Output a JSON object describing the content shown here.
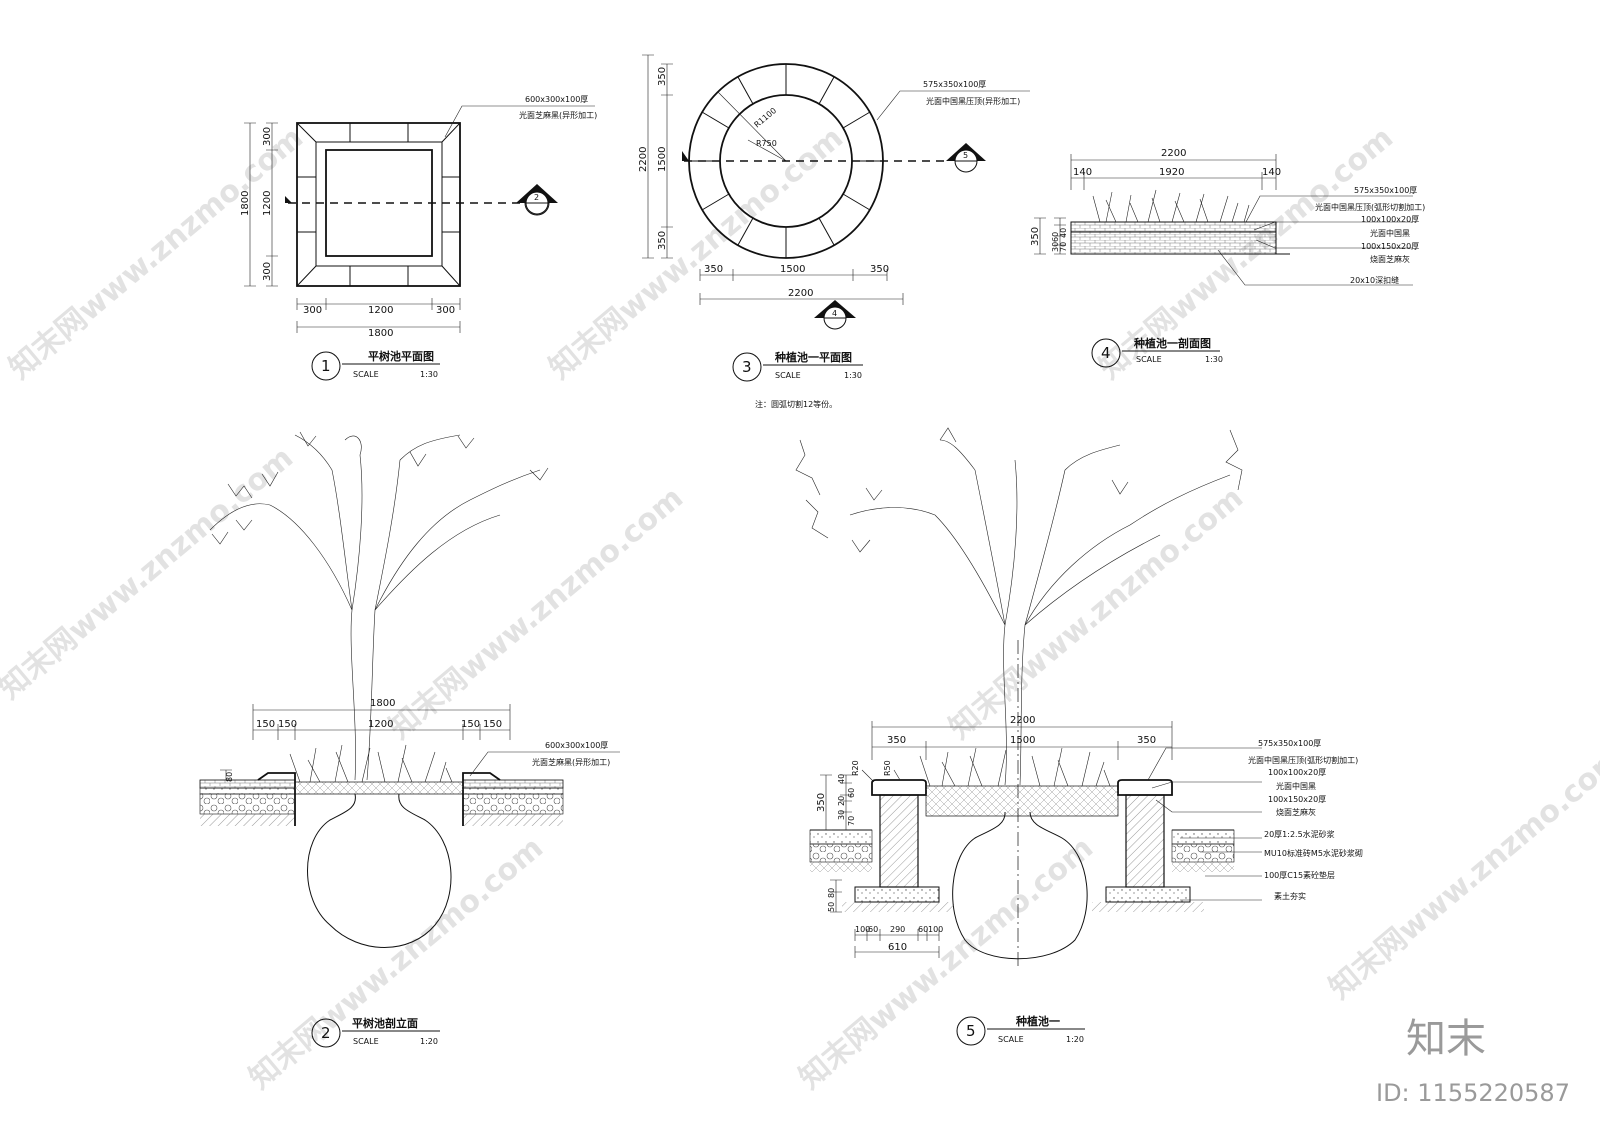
{
  "drawing": {
    "watermark": "知末网www.znzmo.com",
    "brand": "知末",
    "id_label": "ID: 1155220587"
  },
  "fig1": {
    "title": "平树池平面图",
    "number": "1",
    "scale_label": "SCALE",
    "scale": "1:30",
    "callout": [
      "600x300x100厚",
      "光面芝麻黑(异形加工)"
    ],
    "section_marker": "2",
    "dims_bottom": [
      "300",
      "1200",
      "300"
    ],
    "dim_bottom_total": "1800",
    "dims_left": [
      "300",
      "1200",
      "300"
    ],
    "dim_left_total": "1800"
  },
  "fig3": {
    "title": "种植池一平面图",
    "number": "3",
    "scale_label": "SCALE",
    "scale": "1:30",
    "note": "注：圆弧切割12等份。",
    "callout": [
      "575x350x100厚",
      "光面中国黑压顶(异形加工)"
    ],
    "radius_outer": "R1100",
    "radius_inner": "R750",
    "section_marker": "5",
    "elev_marker": "4",
    "dims_bottom": [
      "350",
      "1500",
      "350"
    ],
    "dim_bottom_total": "2200",
    "dims_left": [
      "350",
      "1500",
      "350"
    ],
    "dim_left_total": "2200"
  },
  "fig4": {
    "title": "种植池一剖面图",
    "number": "4",
    "scale_label": "SCALE",
    "scale": "1:30",
    "dim_top_total": "2200",
    "dims_top": [
      "140",
      "1920",
      "140"
    ],
    "dims_left": [
      "30",
      "60",
      "40",
      "70"
    ],
    "dim_left_total": "350",
    "labels": [
      "575x350x100厚",
      "光面中国黑压顶(弧形切割加工)",
      "100x100x20厚",
      "光面中国黑",
      "100x150x20厚",
      "烧面芝麻灰",
      "20x10深扣缝"
    ]
  },
  "fig2": {
    "title": "平树池剖立面",
    "number": "2",
    "scale_label": "SCALE",
    "scale": "1:20",
    "dim_top_total": "1800",
    "dims_top": [
      "150",
      "150",
      "1200",
      "150",
      "150"
    ],
    "callout": [
      "600x300x100厚",
      "光面芝麻黑(异形加工)"
    ],
    "dim_left": "80"
  },
  "fig5": {
    "title": "种植池一",
    "number": "5",
    "scale_label": "SCALE",
    "scale": "1:20",
    "dim_top_total": "2200",
    "dims_top": [
      "350",
      "1500",
      "350"
    ],
    "radius_a": "R20",
    "radius_b": "R50",
    "dims_left": [
      "40",
      "60",
      "20",
      "30",
      "70"
    ],
    "dim_left_total": "350",
    "dims_left_lower": [
      "50",
      "80"
    ],
    "dims_bottom": [
      "100",
      "60",
      "290",
      "60",
      "100"
    ],
    "dim_bottom_total": "610",
    "labels": [
      "575x350x100厚",
      "光面中国黑压顶(弧形切割加工)",
      "100x100x20厚",
      "光面中国黑",
      "100x150x20厚",
      "烧面芝麻灰",
      "20厚1:2.5水泥砂浆",
      "MU10标准砖M5水泥砂浆砌",
      "100厚C15素砼垫层",
      "素土夯实"
    ]
  }
}
